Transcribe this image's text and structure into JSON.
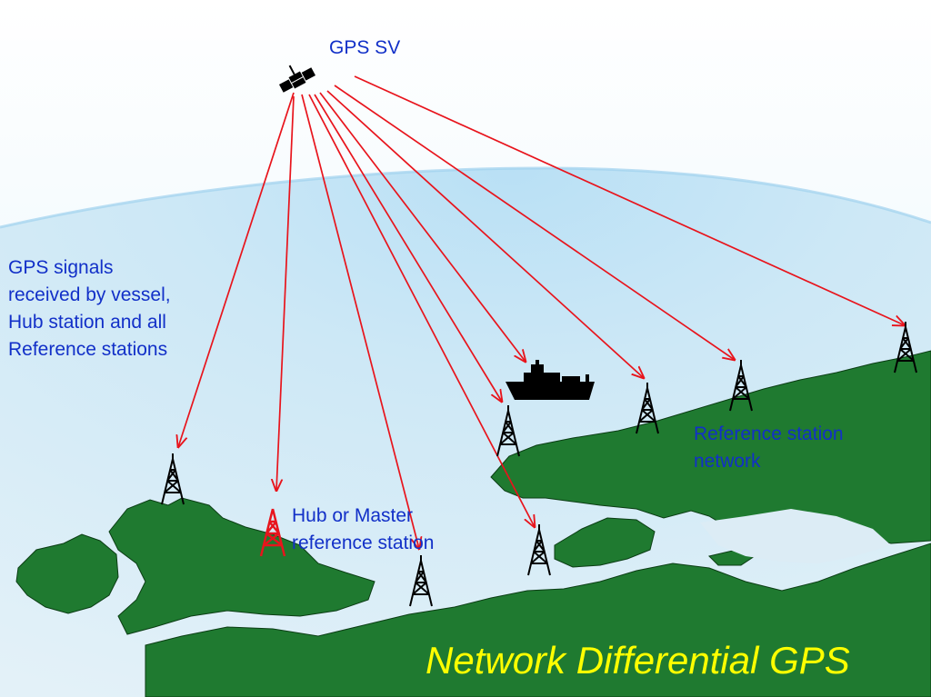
{
  "labels": {
    "satellite": "GPS SV",
    "signals": [
      "GPS signals",
      "received by vessel,",
      "Hub station and all",
      "Reference stations"
    ],
    "hub": [
      "Hub or Master",
      "reference station"
    ],
    "network": [
      "Reference station",
      "network"
    ]
  },
  "title": "Network Differential GPS",
  "colors": {
    "sky_light": "#fbfeff",
    "sky_mid": "#d9eef8",
    "sky_dark": "#7fc0e6",
    "sea": "#dcecf5",
    "land": "#1f7a30",
    "land_outline": "#0b3d14",
    "signal": "#e8141c",
    "tower": "#000000",
    "hub_tower": "#e8141c",
    "text": "#1230c8",
    "title": "#ffff00"
  },
  "icons": {
    "satellite": "satellite-icon",
    "vessel": "ship-icon",
    "tower": "antenna-tower-icon",
    "hub": "hub-antenna-icon"
  }
}
